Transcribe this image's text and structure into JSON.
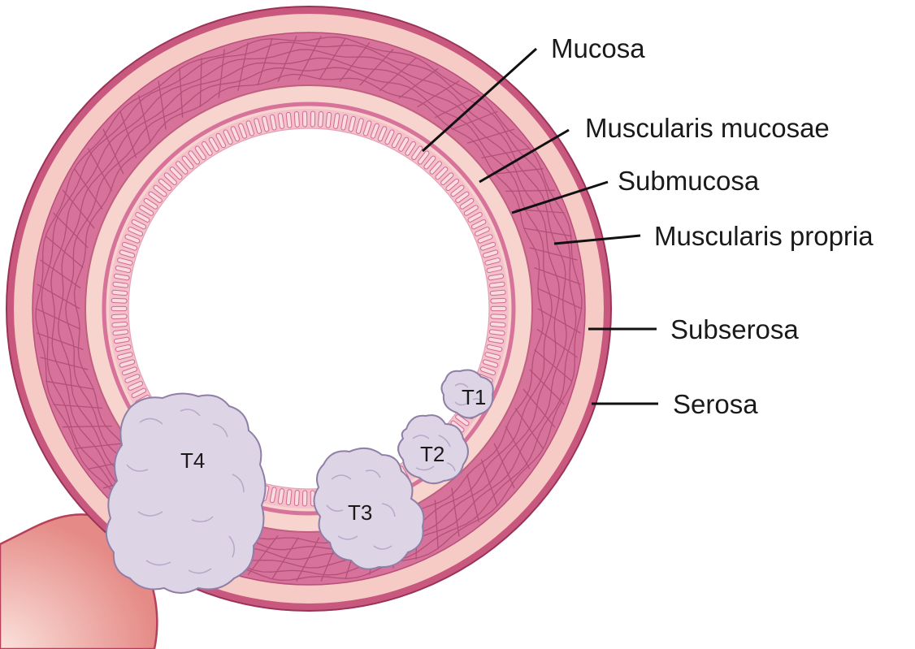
{
  "labels": {
    "mucosa": "Mucosa",
    "muscularis_mucosae": "Muscularis mucosae",
    "submucosa": "Submucosa",
    "muscularis_propria": "Muscularis propria",
    "subserosa": "Subserosa",
    "serosa": "Serosa"
  },
  "tumors": {
    "t1": "T1",
    "t2": "T2",
    "t3": "T3",
    "t4": "T4"
  },
  "colors": {
    "serosa": "#c9587f",
    "subserosa": "#f6cbc5",
    "muscularis_propria": "#d7729a",
    "muscle_fiber": "#a8456e",
    "submucosa": "#f8d4ce",
    "mucosa_villi": "#e89ab3",
    "tumor": "#ddd4e6",
    "tumor_outline": "#8f7fa6",
    "adjacent_organ": "#f7c6c0"
  }
}
